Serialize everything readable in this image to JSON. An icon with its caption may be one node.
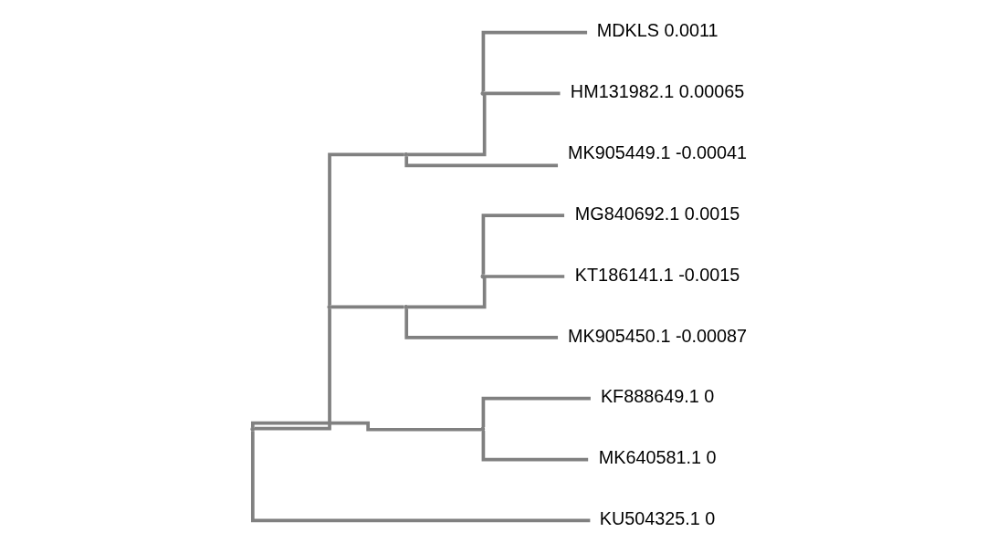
{
  "diagram": {
    "nodes": [
      {
        "text": [],
        "shape": "point"
      },
      {
        "text": [],
        "shape": "point"
      },
      {
        "text": [],
        "shape": "point"
      },
      {
        "text": [],
        "shape": "point"
      },
      {
        "text": [
          "MDKLS 0.0011"
        ]
      },
      {
        "text": [
          "HM131982.1 0.00065"
        ]
      },
      {
        "text": [
          "MK905449.1 -0.00041"
        ]
      },
      {
        "text": [],
        "shape": "point"
      },
      {
        "text": [],
        "shape": "point"
      },
      {
        "text": [
          "MG840692.1 0.0015"
        ]
      },
      {
        "text": [
          "KT186141.1 -0.0015"
        ]
      },
      {
        "text": [
          "MK905450.1 -0.00087"
        ]
      },
      {
        "text": [],
        "shape": "point"
      },
      {
        "text": [
          "KF888649.1 0"
        ]
      },
      {
        "text": [
          "MK640581.1 0"
        ]
      },
      {
        "text": [
          "KU504325.1 0"
        ]
      }
    ],
    "edges": [
      {
        "from": 0,
        "to": 1,
        "arrow": "none"
      },
      {
        "from": 1,
        "to": 2,
        "arrow": "none"
      },
      {
        "from": 2,
        "to": 3,
        "arrow": "none"
      },
      {
        "from": 3,
        "to": 4,
        "arrow": "none"
      },
      {
        "from": 3,
        "to": 5,
        "arrow": "none"
      },
      {
        "from": 2,
        "to": 6,
        "arrow": "none"
      },
      {
        "from": 1,
        "to": 7,
        "arrow": "none"
      },
      {
        "from": 7,
        "to": 8,
        "arrow": "none"
      },
      {
        "from": 8,
        "to": 9,
        "arrow": "none"
      },
      {
        "from": 8,
        "to": 10,
        "arrow": "none"
      },
      {
        "from": 7,
        "to": 11,
        "arrow": "none"
      },
      {
        "from": 0,
        "to": 12,
        "arrow": "none"
      },
      {
        "from": 12,
        "to": 13,
        "arrow": "none"
      },
      {
        "from": 12,
        "to": 14,
        "arrow": "none"
      },
      {
        "from": 0,
        "to": 15,
        "arrow": "none"
      }
    ]
  }
}
